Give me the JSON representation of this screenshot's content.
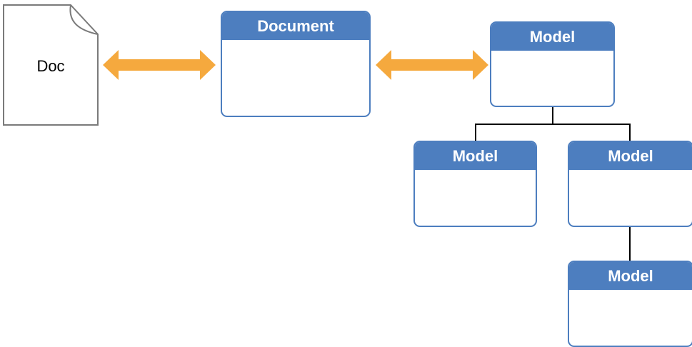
{
  "doc_file": {
    "label": "Doc"
  },
  "boxes": {
    "document": {
      "title": "Document"
    },
    "model_root": {
      "title": "Model"
    },
    "model_left": {
      "title": "Model"
    },
    "model_right": {
      "title": "Model"
    },
    "model_bottom": {
      "title": "Model"
    }
  },
  "colors": {
    "box_blue": "#4d7ebf",
    "arrow_orange": "#f5a93e",
    "file_outline": "#7a7a7a",
    "connector": "#000000"
  }
}
